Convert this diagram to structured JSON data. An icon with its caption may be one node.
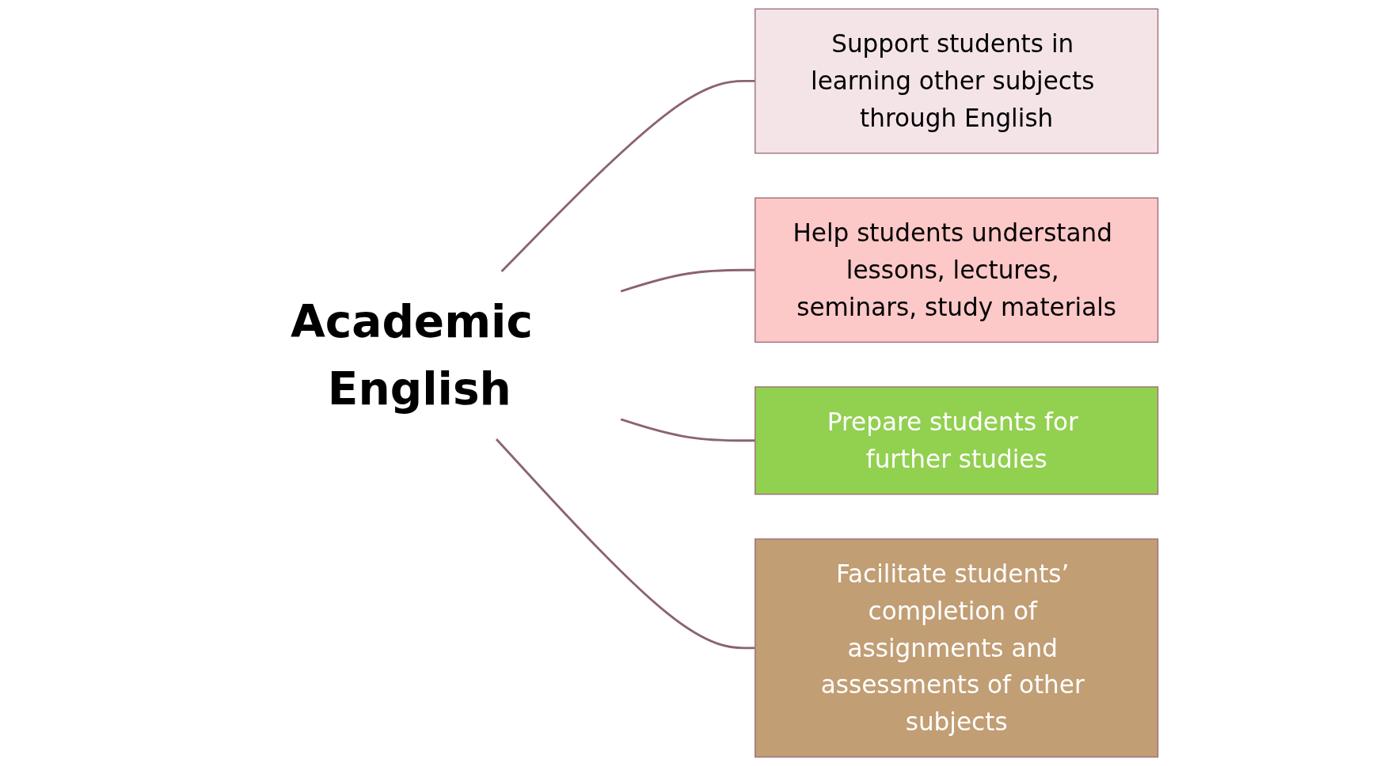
{
  "diagram": {
    "nodes": [
      {
        "text": [
          "Support students in learning other subjects through English"
        ]
      },
      {
        "text": [
          "Help students understand lessons, lectures, seminars, study materials"
        ]
      },
      {
        "text": [
          "Academic English"
        ]
      },
      {
        "text": [
          "Prepare students for further studies"
        ]
      },
      {
        "text": [
          "Facilitate students’ completion of assignments and assessments of other subjects"
        ]
      }
    ],
    "edges": [
      {
        "from": 2,
        "to": 0,
        "arrow": "none"
      },
      {
        "from": 2,
        "to": 1,
        "arrow": "none"
      },
      {
        "from": 2,
        "to": 3,
        "arrow": "none"
      },
      {
        "from": 2,
        "to": 4,
        "arrow": "none"
      }
    ]
  }
}
